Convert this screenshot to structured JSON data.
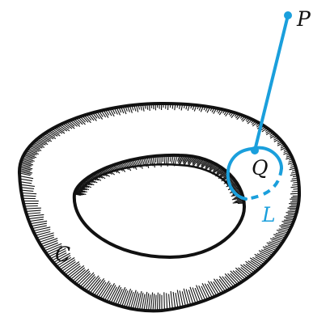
{
  "labels": {
    "point_p": "P",
    "point_q": "Q",
    "curve_l": "L",
    "curve_c": "C"
  },
  "colors": {
    "torus_ink": "#111111",
    "accent": "#1a9fdc",
    "background": "#ffffff"
  }
}
